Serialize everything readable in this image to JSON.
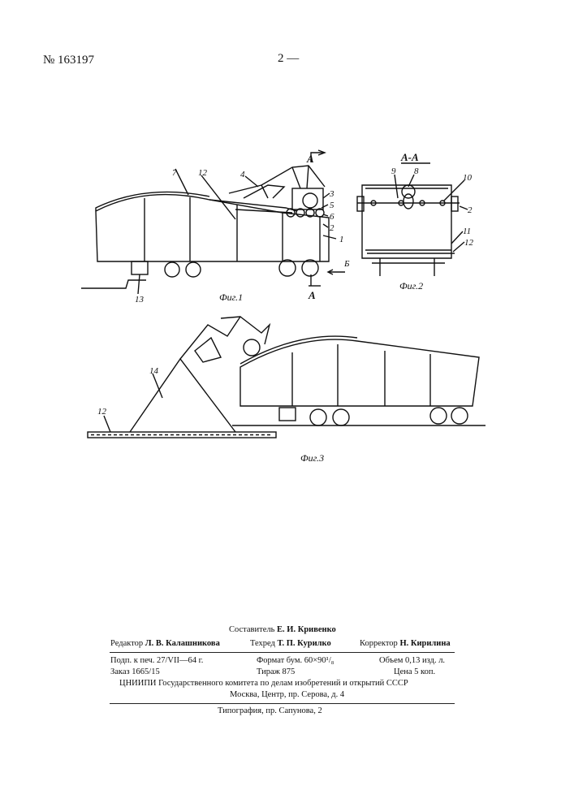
{
  "header": {
    "patent_number": "№ 163197",
    "page_number": "2 —"
  },
  "figures": {
    "fig1": {
      "caption": "Фиг.1",
      "section_marker_top": "А",
      "section_marker_bottom": "А",
      "arrow_label": "Б",
      "labels": [
        "7",
        "12",
        "4",
        "3",
        "5",
        "6",
        "2",
        "1",
        "13"
      ]
    },
    "fig2": {
      "caption": "Фиг.2",
      "section_title": "А-А",
      "labels": [
        "9",
        "8",
        "10",
        "2",
        "11",
        "12"
      ]
    },
    "fig3": {
      "caption": "Фиг.3",
      "labels": [
        "14",
        "12"
      ]
    }
  },
  "footer": {
    "compiler_label": "Составитель",
    "compiler_name": "Е. И. Кривенко",
    "editor_label": "Редактор",
    "editor_name": "Л. В. Калашникова",
    "techred_label": "Техред",
    "techred_name": "Т. П. Курилко",
    "corrector_label": "Корректор",
    "corrector_name": "Н. Кирилина",
    "print_date": "Подп. к печ. 27/VII—64 г.",
    "format": "Формат бум. 60×90¹/₈",
    "volume": "Объем 0,13 изд. л.",
    "order": "Заказ 1665/15",
    "circulation": "Тираж 875",
    "price": "Цена 5 коп.",
    "org": "ЦНИИПИ Государственного комитета по делам изобретений и открытий СССР",
    "address": "Москва, Центр, пр. Серова, д. 4",
    "printer": "Типография, пр. Сапунова, 2"
  }
}
